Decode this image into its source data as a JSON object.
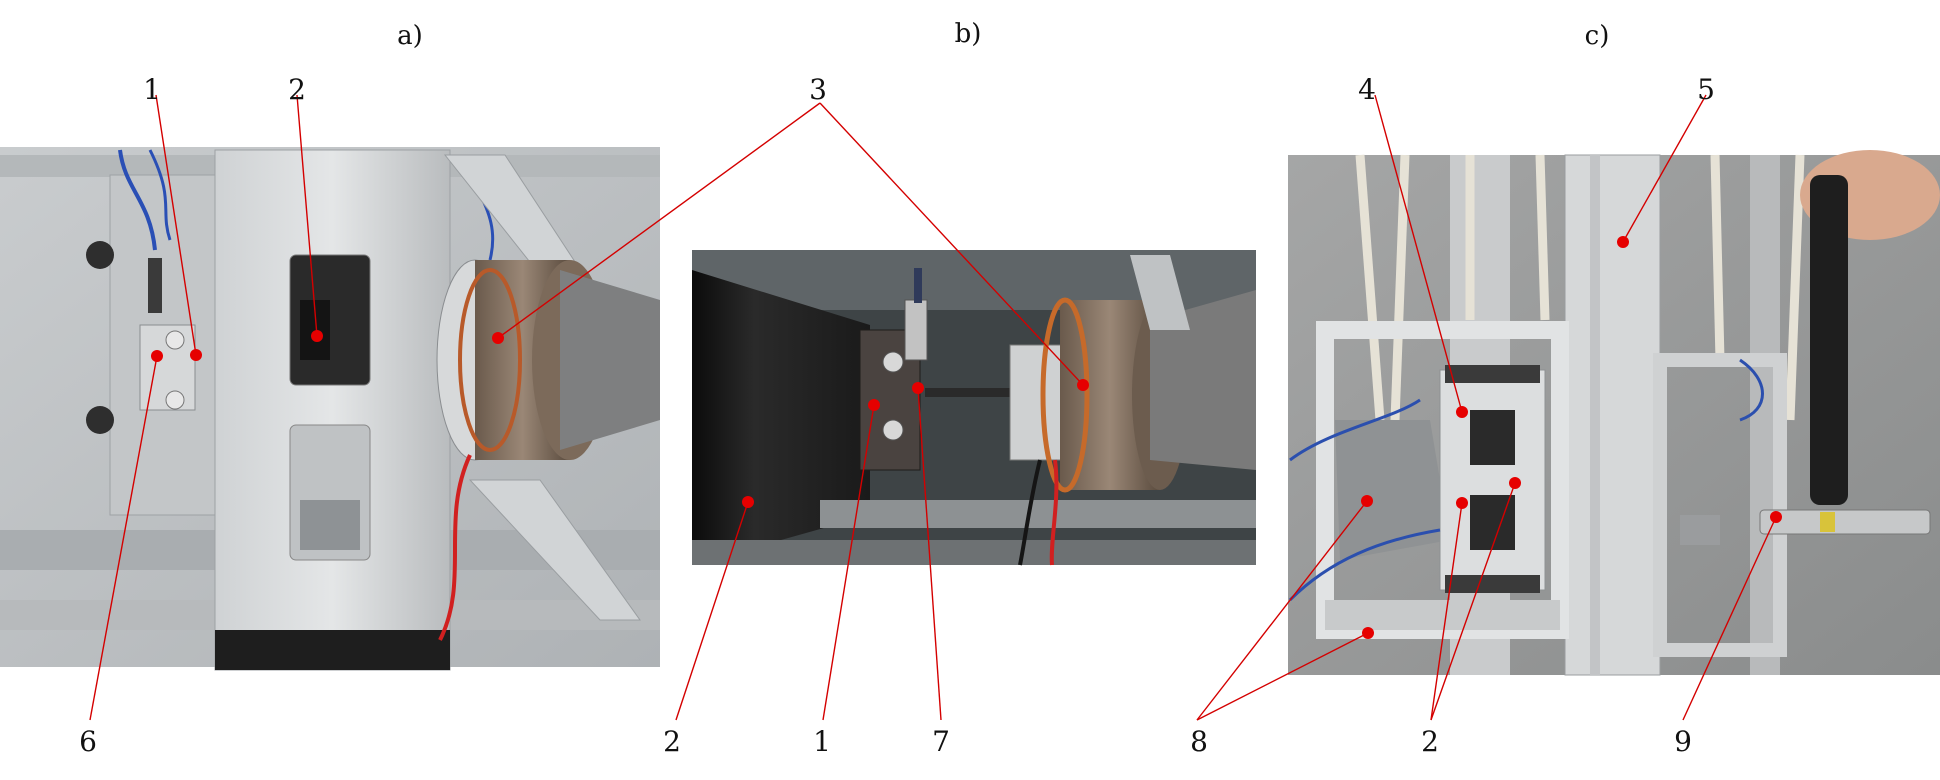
{
  "panels": [
    {
      "letter": "a)"
    },
    {
      "letter": "b)"
    },
    {
      "letter": "c)"
    }
  ],
  "callouts": {
    "a": [
      "1",
      "2",
      "3",
      "6"
    ],
    "b": [
      "2",
      "1",
      "7"
    ],
    "c": [
      "4",
      "5",
      "8",
      "2",
      "9"
    ]
  },
  "colors": {
    "leader": "#d40000",
    "marker": "#e60000",
    "background": "#ffffff"
  }
}
